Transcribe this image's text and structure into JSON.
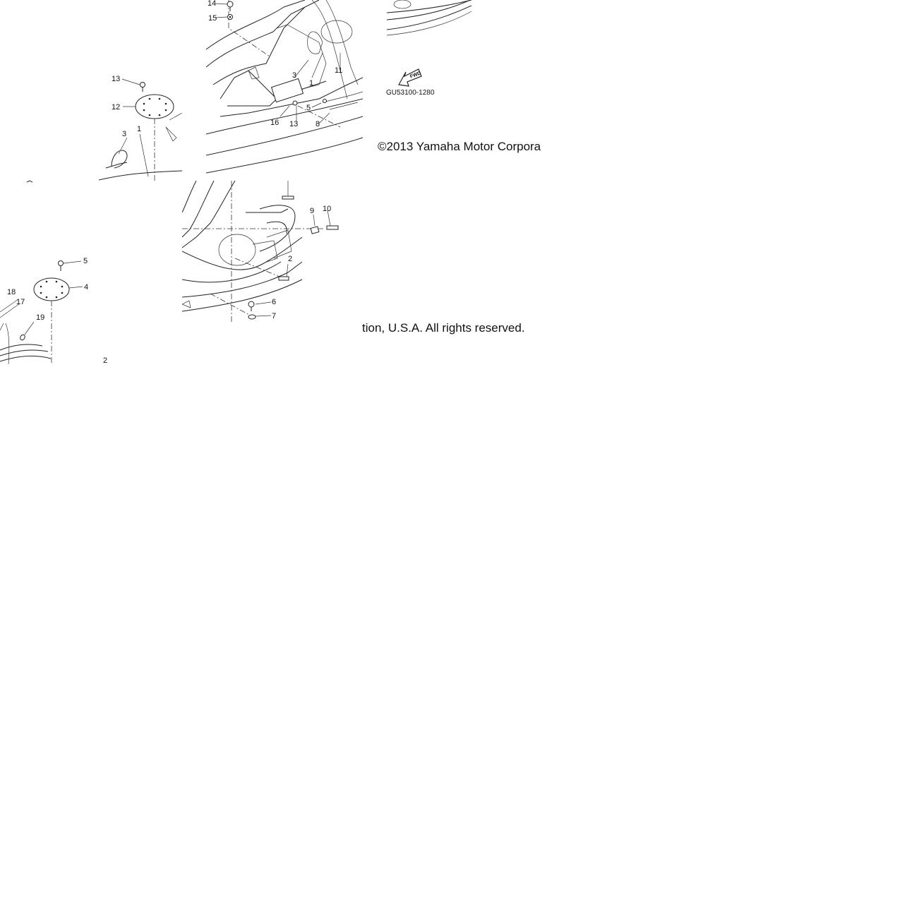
{
  "copyright_part1": "©2013 Yamaha Motor Corpora",
  "copyright_part2": "tion, U.S.A. All rights reserved.",
  "diagram_code": "GU53100-1280",
  "fwd_label": "FWD",
  "callouts": {
    "top_14": "14",
    "top_15": "15",
    "top_3": "3",
    "top_11": "11",
    "top_1": "1",
    "top_5": "5",
    "top_16": "16",
    "top_13": "13",
    "top_8": "8",
    "left_13": "13",
    "left_12": "12",
    "left_3": "3",
    "left_1": "1",
    "mid_9": "9",
    "mid_10": "10",
    "mid_2": "2",
    "mid_6": "6",
    "mid_7": "7",
    "bl_5": "5",
    "bl_4": "4",
    "bl_18": "18",
    "bl_17": "17",
    "bl_19": "19",
    "bl_2": "2"
  },
  "colors": {
    "line": "#222222",
    "background": "#ffffff",
    "text": "#111111"
  }
}
